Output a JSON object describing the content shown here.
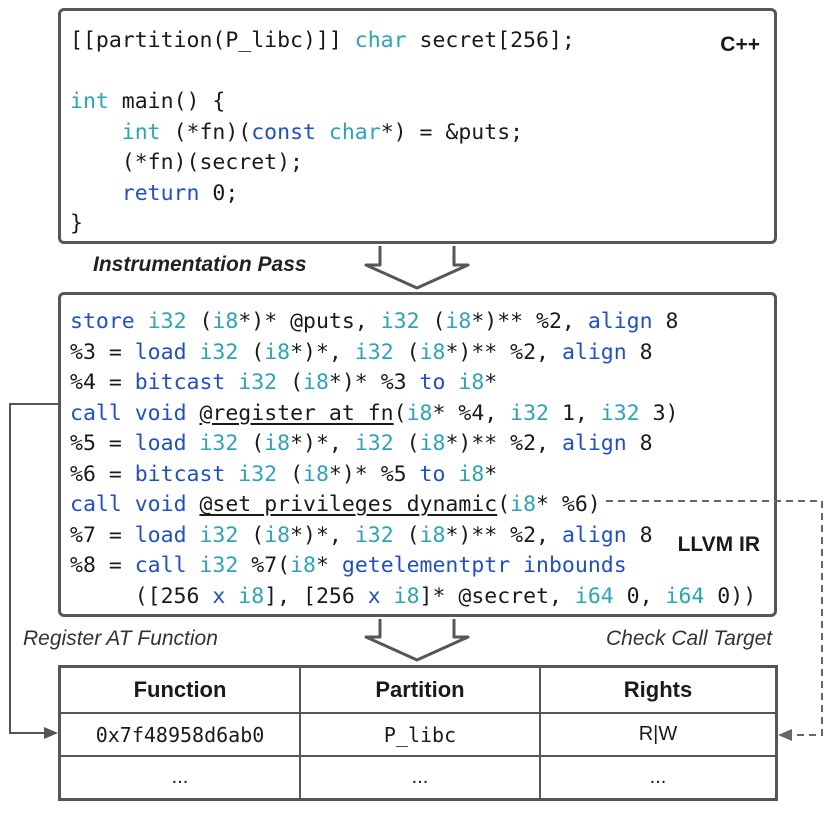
{
  "cpp_box": {
    "language_tag": "C++",
    "lines": [
      [
        {
          "t": "[[partition(P_libc)]] ",
          "c": ""
        },
        {
          "t": "char",
          "c": "ty"
        },
        {
          "t": " secret[256];",
          "c": ""
        }
      ],
      [],
      [
        {
          "t": "int",
          "c": "ty"
        },
        {
          "t": " main() {",
          "c": ""
        }
      ],
      [
        {
          "t": "    ",
          "c": ""
        },
        {
          "t": "int",
          "c": "ty"
        },
        {
          "t": " (*fn)(",
          "c": ""
        },
        {
          "t": "const",
          "c": "kw"
        },
        {
          "t": " ",
          "c": ""
        },
        {
          "t": "char",
          "c": "ty"
        },
        {
          "t": "*) = &puts;",
          "c": ""
        }
      ],
      [
        {
          "t": "    (*fn)(secret);",
          "c": ""
        }
      ],
      [
        {
          "t": "    ",
          "c": ""
        },
        {
          "t": "return",
          "c": "kw"
        },
        {
          "t": " 0;",
          "c": ""
        }
      ],
      [
        {
          "t": "}",
          "c": ""
        }
      ]
    ]
  },
  "pass_label": "Instrumentation Pass",
  "ir_box": {
    "language_tag": "LLVM IR",
    "lines": [
      [
        {
          "t": "store",
          "c": "kw"
        },
        {
          "t": " ",
          "c": ""
        },
        {
          "t": "i32",
          "c": "ty"
        },
        {
          "t": " (",
          "c": ""
        },
        {
          "t": "i8",
          "c": "ty"
        },
        {
          "t": "*)* @puts, ",
          "c": ""
        },
        {
          "t": "i32",
          "c": "ty"
        },
        {
          "t": " (",
          "c": ""
        },
        {
          "t": "i8",
          "c": "ty"
        },
        {
          "t": "*)** %2, ",
          "c": ""
        },
        {
          "t": "align",
          "c": "kw"
        },
        {
          "t": " 8",
          "c": ""
        }
      ],
      [
        {
          "t": "%3 = ",
          "c": ""
        },
        {
          "t": "load",
          "c": "kw"
        },
        {
          "t": " ",
          "c": ""
        },
        {
          "t": "i32",
          "c": "ty"
        },
        {
          "t": " (",
          "c": ""
        },
        {
          "t": "i8",
          "c": "ty"
        },
        {
          "t": "*)*, ",
          "c": ""
        },
        {
          "t": "i32",
          "c": "ty"
        },
        {
          "t": " (",
          "c": ""
        },
        {
          "t": "i8",
          "c": "ty"
        },
        {
          "t": "*)** %2, ",
          "c": ""
        },
        {
          "t": "align",
          "c": "kw"
        },
        {
          "t": " 8",
          "c": ""
        }
      ],
      [
        {
          "t": "%4 = ",
          "c": ""
        },
        {
          "t": "bitcast",
          "c": "kw"
        },
        {
          "t": " ",
          "c": ""
        },
        {
          "t": "i32",
          "c": "ty"
        },
        {
          "t": " (",
          "c": ""
        },
        {
          "t": "i8",
          "c": "ty"
        },
        {
          "t": "*)* %3 ",
          "c": ""
        },
        {
          "t": "to",
          "c": "kw"
        },
        {
          "t": " ",
          "c": ""
        },
        {
          "t": "i8",
          "c": "ty"
        },
        {
          "t": "*",
          "c": ""
        }
      ],
      [
        {
          "t": "call",
          "c": "kw"
        },
        {
          "t": " ",
          "c": ""
        },
        {
          "t": "void",
          "c": "kw"
        },
        {
          "t": " ",
          "c": ""
        },
        {
          "t": "@register_at_fn",
          "c": "ul"
        },
        {
          "t": "(",
          "c": ""
        },
        {
          "t": "i8",
          "c": "ty"
        },
        {
          "t": "* %4, ",
          "c": ""
        },
        {
          "t": "i32",
          "c": "ty"
        },
        {
          "t": " 1, ",
          "c": ""
        },
        {
          "t": "i32",
          "c": "ty"
        },
        {
          "t": " 3)",
          "c": ""
        }
      ],
      [
        {
          "t": "%5 = ",
          "c": ""
        },
        {
          "t": "load",
          "c": "kw"
        },
        {
          "t": " ",
          "c": ""
        },
        {
          "t": "i32",
          "c": "ty"
        },
        {
          "t": " (",
          "c": ""
        },
        {
          "t": "i8",
          "c": "ty"
        },
        {
          "t": "*)*, ",
          "c": ""
        },
        {
          "t": "i32",
          "c": "ty"
        },
        {
          "t": " (",
          "c": ""
        },
        {
          "t": "i8",
          "c": "ty"
        },
        {
          "t": "*)** %2, ",
          "c": ""
        },
        {
          "t": "align",
          "c": "kw"
        },
        {
          "t": " 8",
          "c": ""
        }
      ],
      [
        {
          "t": "%6 = ",
          "c": ""
        },
        {
          "t": "bitcast",
          "c": "kw"
        },
        {
          "t": " ",
          "c": ""
        },
        {
          "t": "i32",
          "c": "ty"
        },
        {
          "t": " (",
          "c": ""
        },
        {
          "t": "i8",
          "c": "ty"
        },
        {
          "t": "*)* %5 ",
          "c": ""
        },
        {
          "t": "to",
          "c": "kw"
        },
        {
          "t": " ",
          "c": ""
        },
        {
          "t": "i8",
          "c": "ty"
        },
        {
          "t": "*",
          "c": ""
        }
      ],
      [
        {
          "t": "call",
          "c": "kw"
        },
        {
          "t": " ",
          "c": ""
        },
        {
          "t": "void",
          "c": "kw"
        },
        {
          "t": " ",
          "c": ""
        },
        {
          "t": "@set_privileges_dynamic",
          "c": "ul"
        },
        {
          "t": "(",
          "c": ""
        },
        {
          "t": "i8",
          "c": "ty"
        },
        {
          "t": "* %6)",
          "c": ""
        }
      ],
      [
        {
          "t": "%7 = ",
          "c": ""
        },
        {
          "t": "load",
          "c": "kw"
        },
        {
          "t": " ",
          "c": ""
        },
        {
          "t": "i32",
          "c": "ty"
        },
        {
          "t": " (",
          "c": ""
        },
        {
          "t": "i8",
          "c": "ty"
        },
        {
          "t": "*)*, ",
          "c": ""
        },
        {
          "t": "i32",
          "c": "ty"
        },
        {
          "t": " (",
          "c": ""
        },
        {
          "t": "i8",
          "c": "ty"
        },
        {
          "t": "*)** %2, ",
          "c": ""
        },
        {
          "t": "align",
          "c": "kw"
        },
        {
          "t": " 8",
          "c": ""
        }
      ],
      [
        {
          "t": "%8 = ",
          "c": ""
        },
        {
          "t": "call",
          "c": "kw"
        },
        {
          "t": " ",
          "c": ""
        },
        {
          "t": "i32",
          "c": "ty"
        },
        {
          "t": " %7(",
          "c": ""
        },
        {
          "t": "i8",
          "c": "ty"
        },
        {
          "t": "* ",
          "c": ""
        },
        {
          "t": "getelementptr inbounds",
          "c": "kw"
        }
      ],
      [
        {
          "t": "     ([256 ",
          "c": ""
        },
        {
          "t": "x",
          "c": "kw"
        },
        {
          "t": " ",
          "c": ""
        },
        {
          "t": "i8",
          "c": "ty"
        },
        {
          "t": "], [256 ",
          "c": ""
        },
        {
          "t": "x",
          "c": "kw"
        },
        {
          "t": " ",
          "c": ""
        },
        {
          "t": "i8",
          "c": "ty"
        },
        {
          "t": "]* @secret, ",
          "c": ""
        },
        {
          "t": "i64",
          "c": "ty"
        },
        {
          "t": " 0, ",
          "c": ""
        },
        {
          "t": "i64",
          "c": "ty"
        },
        {
          "t": " 0))",
          "c": ""
        }
      ]
    ]
  },
  "register_label": "Register AT Function",
  "check_label": "Check Call Target",
  "table": {
    "headers": [
      "Function",
      "Partition",
      "Rights"
    ],
    "rows": [
      [
        "0x7f48958d6ab0",
        "P_libc",
        "R|W"
      ],
      [
        "...",
        "...",
        "..."
      ]
    ]
  },
  "colors": {
    "keyword": "#1f4fd0",
    "type": "#2aa4b8",
    "border": "#565656",
    "text": "#1a1a1a"
  }
}
